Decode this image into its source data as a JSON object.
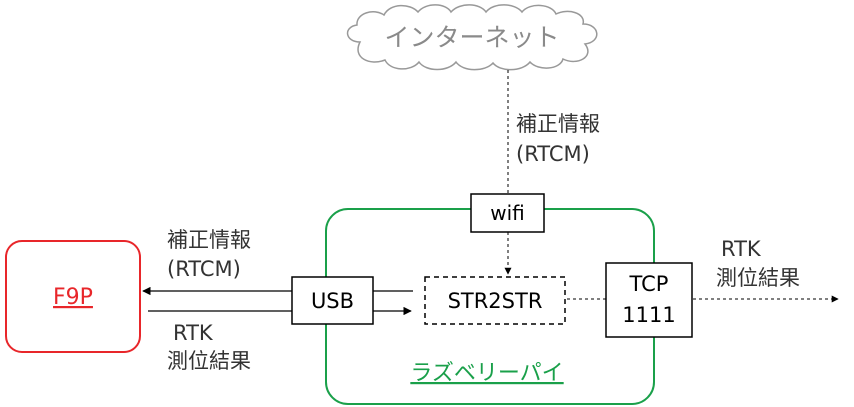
{
  "cloud": {
    "label": "インターネット"
  },
  "correction_top": {
    "line1": "補正情報",
    "line2": "(RTCM)"
  },
  "correction_left": {
    "line1": "補正情報",
    "line2": "(RTCM)"
  },
  "rtk_left": {
    "line1": "RTK",
    "line2": "測位結果"
  },
  "rtk_right": {
    "line1": "RTK",
    "line2": "測位結果"
  },
  "f9p": {
    "label": "F9P",
    "color": "#e8262a"
  },
  "raspi": {
    "label": "ラズベリーパイ",
    "color": "#1aa04a"
  },
  "wifi": {
    "label": "wifi"
  },
  "usb": {
    "label": "USB"
  },
  "str2str": {
    "label": "STR2STR"
  },
  "tcp": {
    "line1": "TCP",
    "line2": "1111"
  }
}
